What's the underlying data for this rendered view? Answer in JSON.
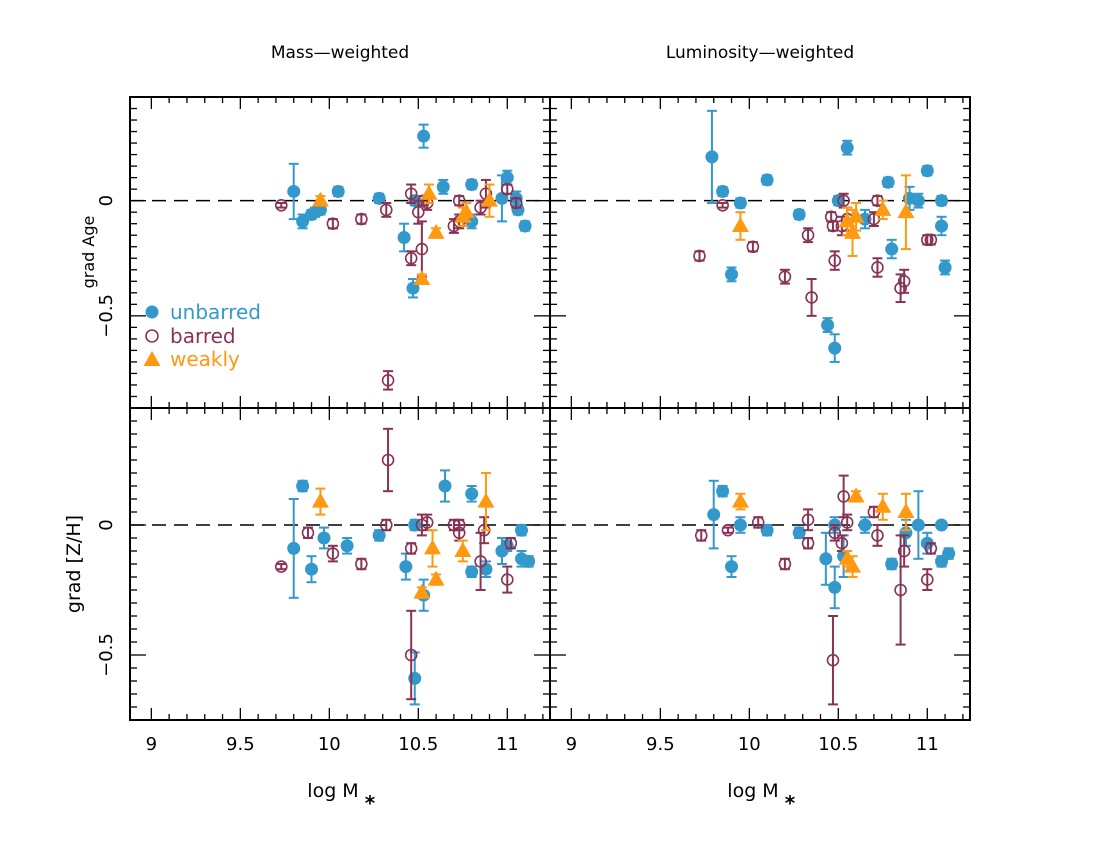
{
  "figure": {
    "column_titles": [
      "Mass—weighted",
      "Luminosity—weighted"
    ],
    "row_labels": [
      "grad Age",
      "grad [Z/H]"
    ],
    "x_label": "log M",
    "x_label_subscript": "*"
  },
  "legend": {
    "items": [
      {
        "label": "unbarred",
        "marker": "filled-circle",
        "color": "#3399cc"
      },
      {
        "label": "barred",
        "marker": "open-circle",
        "color": "#883355"
      },
      {
        "label": "weakly",
        "marker": "filled-triangle",
        "color": "#ff9911"
      }
    ]
  },
  "colors": {
    "unbarred": "#3399cc",
    "barred": "#883355",
    "weakly": "#ff9911",
    "axes": "#000000"
  },
  "chart_data": [
    {
      "type": "scatter",
      "panel": "top-left",
      "title": "Mass—weighted",
      "xlabel": "",
      "ylabel": "grad Age",
      "xlim": [
        8.88,
        11.24
      ],
      "ylim": [
        -0.9,
        0.45
      ],
      "xticks": [
        9,
        9.5,
        10,
        10.5,
        11
      ],
      "xtick_labels": [
        "",
        "",
        "",
        "",
        ""
      ],
      "yticks": [
        0,
        -0.5
      ],
      "ytick_labels": [
        "0",
        "−0.5"
      ],
      "reference_line": 0,
      "series": [
        {
          "name": "unbarred",
          "points": [
            [
              9.8,
              0.04,
              0.12
            ],
            [
              9.85,
              -0.09,
              0.03
            ],
            [
              9.9,
              -0.06,
              0.02
            ],
            [
              9.92,
              -0.05,
              0.02
            ],
            [
              9.95,
              -0.04,
              0.02
            ],
            [
              10.05,
              0.04,
              0.02
            ],
            [
              10.28,
              0.01,
              0.02
            ],
            [
              10.42,
              -0.16,
              0.06
            ],
            [
              10.47,
              -0.38,
              0.04
            ],
            [
              10.48,
              0.0,
              0.02
            ],
            [
              10.53,
              0.28,
              0.05
            ],
            [
              10.64,
              0.06,
              0.03
            ],
            [
              10.8,
              0.07,
              0.02
            ],
            [
              10.8,
              -0.09,
              0.03
            ],
            [
              10.97,
              0.01,
              0.1
            ],
            [
              11.0,
              0.1,
              0.03
            ],
            [
              11.05,
              0.01,
              0.03
            ],
            [
              11.06,
              -0.04,
              0.02
            ],
            [
              11.1,
              -0.11,
              0.02
            ]
          ]
        },
        {
          "name": "barred",
          "points": [
            [
              9.73,
              -0.02,
              0.01
            ],
            [
              10.02,
              -0.1,
              0.02
            ],
            [
              10.18,
              -0.08,
              0.02
            ],
            [
              10.32,
              -0.04,
              0.03
            ],
            [
              10.33,
              -0.78,
              0.04
            ],
            [
              10.46,
              -0.25,
              0.03
            ],
            [
              10.46,
              0.03,
              0.04
            ],
            [
              10.5,
              -0.05,
              0.05
            ],
            [
              10.52,
              -0.21,
              0.12
            ],
            [
              10.53,
              0.0,
              0.02
            ],
            [
              10.55,
              -0.01,
              0.03
            ],
            [
              10.7,
              -0.11,
              0.03
            ],
            [
              10.73,
              0.0,
              0.02
            ],
            [
              10.73,
              -0.09,
              0.03
            ],
            [
              10.85,
              -0.03,
              0.03
            ],
            [
              10.88,
              0.03,
              0.06
            ],
            [
              11.0,
              0.05,
              0.02
            ],
            [
              11.05,
              -0.01,
              0.02
            ]
          ]
        },
        {
          "name": "weakly",
          "points": [
            [
              9.95,
              0.0,
              0.02
            ],
            [
              10.52,
              -0.34,
              0.02
            ],
            [
              10.56,
              0.03,
              0.04
            ],
            [
              10.6,
              -0.14,
              0.02
            ],
            [
              10.75,
              -0.07,
              0.04
            ],
            [
              10.77,
              -0.05,
              0.04
            ],
            [
              10.9,
              0.0,
              0.07
            ]
          ]
        }
      ]
    },
    {
      "type": "scatter",
      "panel": "top-right",
      "title": "Luminosity—weighted",
      "xlabel": "",
      "ylabel": "",
      "xlim": [
        8.88,
        11.24
      ],
      "ylim": [
        -0.9,
        0.45
      ],
      "xticks": [
        9,
        9.5,
        10,
        10.5,
        11
      ],
      "xtick_labels": [
        "",
        "",
        "",
        "",
        ""
      ],
      "yticks": [
        0,
        -0.5
      ],
      "ytick_labels": [
        "",
        ""
      ],
      "reference_line": 0,
      "series": [
        {
          "name": "unbarred",
          "points": [
            [
              9.79,
              0.19,
              0.2
            ],
            [
              9.85,
              0.04,
              0.02
            ],
            [
              9.9,
              -0.32,
              0.03
            ],
            [
              9.95,
              -0.01,
              0.02
            ],
            [
              10.1,
              0.09,
              0.02
            ],
            [
              10.28,
              -0.06,
              0.02
            ],
            [
              10.44,
              -0.54,
              0.03
            ],
            [
              10.48,
              -0.64,
              0.06
            ],
            [
              10.5,
              0.0,
              0.02
            ],
            [
              10.55,
              0.23,
              0.03
            ],
            [
              10.65,
              -0.08,
              0.04
            ],
            [
              10.78,
              0.08,
              0.02
            ],
            [
              10.8,
              -0.21,
              0.04
            ],
            [
              10.9,
              0.01,
              0.05
            ],
            [
              10.95,
              0.0,
              0.03
            ],
            [
              11.0,
              0.13,
              0.02
            ],
            [
              11.08,
              0.0,
              0.02
            ],
            [
              11.08,
              -0.11,
              0.04
            ],
            [
              11.1,
              -0.29,
              0.03
            ]
          ]
        },
        {
          "name": "barred",
          "points": [
            [
              9.72,
              -0.24,
              0.02
            ],
            [
              9.85,
              -0.02,
              0.01
            ],
            [
              10.02,
              -0.2,
              0.02
            ],
            [
              10.2,
              -0.33,
              0.03
            ],
            [
              10.33,
              -0.15,
              0.03
            ],
            [
              10.35,
              -0.42,
              0.08
            ],
            [
              10.46,
              -0.07,
              0.02
            ],
            [
              10.47,
              -0.11,
              0.02
            ],
            [
              10.48,
              -0.26,
              0.04
            ],
            [
              10.52,
              -0.11,
              0.04
            ],
            [
              10.53,
              0.0,
              0.03
            ],
            [
              10.55,
              -0.08,
              0.05
            ],
            [
              10.7,
              -0.08,
              0.03
            ],
            [
              10.72,
              -0.29,
              0.04
            ],
            [
              10.72,
              0.0,
              0.02
            ],
            [
              10.85,
              -0.38,
              0.06
            ],
            [
              10.87,
              -0.35,
              0.05
            ],
            [
              11.0,
              -0.17,
              0.02
            ],
            [
              11.02,
              -0.17,
              0.02
            ]
          ]
        },
        {
          "name": "weakly",
          "points": [
            [
              9.95,
              -0.11,
              0.06
            ],
            [
              10.55,
              -0.09,
              0.06
            ],
            [
              10.58,
              -0.14,
              0.1
            ],
            [
              10.6,
              -0.07,
              0.06
            ],
            [
              10.75,
              -0.04,
              0.04
            ],
            [
              10.88,
              -0.05,
              0.16
            ]
          ]
        }
      ]
    },
    {
      "type": "scatter",
      "panel": "bottom-left",
      "title": "",
      "xlabel": "log M*",
      "ylabel": "grad [Z/H]",
      "xlim": [
        8.88,
        11.24
      ],
      "ylim": [
        -0.75,
        0.45
      ],
      "xticks": [
        9,
        9.5,
        10,
        10.5,
        11
      ],
      "xtick_labels": [
        "9",
        "9.5",
        "10",
        "10.5",
        "11"
      ],
      "yticks": [
        0,
        -0.5
      ],
      "ytick_labels": [
        "0",
        "−0.5"
      ],
      "reference_line": 0,
      "series": [
        {
          "name": "unbarred",
          "points": [
            [
              9.8,
              -0.09,
              0.19
            ],
            [
              9.85,
              0.15,
              0.02
            ],
            [
              9.9,
              -0.17,
              0.05
            ],
            [
              9.97,
              -0.05,
              0.04
            ],
            [
              10.1,
              -0.08,
              0.03
            ],
            [
              10.28,
              -0.04,
              0.02
            ],
            [
              10.43,
              -0.16,
              0.05
            ],
            [
              10.48,
              -0.59,
              0.1
            ],
            [
              10.48,
              0.0,
              0.02
            ],
            [
              10.53,
              -0.27,
              0.06
            ],
            [
              10.65,
              0.15,
              0.06
            ],
            [
              10.8,
              0.12,
              0.03
            ],
            [
              10.8,
              -0.18,
              0.02
            ],
            [
              10.88,
              -0.17,
              0.03
            ],
            [
              10.97,
              -0.1,
              0.05
            ],
            [
              11.0,
              -0.08,
              0.02
            ],
            [
              11.08,
              -0.02,
              0.02
            ],
            [
              11.08,
              -0.13,
              0.03
            ],
            [
              11.12,
              -0.14,
              0.02
            ]
          ]
        },
        {
          "name": "barred",
          "points": [
            [
              9.73,
              -0.16,
              0.01
            ],
            [
              9.88,
              -0.03,
              0.02
            ],
            [
              10.02,
              -0.11,
              0.03
            ],
            [
              10.18,
              -0.15,
              0.02
            ],
            [
              10.32,
              0.0,
              0.02
            ],
            [
              10.33,
              0.25,
              0.12
            ],
            [
              10.46,
              -0.09,
              0.02
            ],
            [
              10.46,
              -0.5,
              0.17
            ],
            [
              10.52,
              0.0,
              0.04
            ],
            [
              10.55,
              0.01,
              0.03
            ],
            [
              10.7,
              0.0,
              0.02
            ],
            [
              10.73,
              -0.03,
              0.03
            ],
            [
              10.73,
              0.0,
              0.02
            ],
            [
              10.85,
              -0.14,
              0.11
            ],
            [
              10.87,
              -0.02,
              0.05
            ],
            [
              11.0,
              -0.21,
              0.05
            ],
            [
              11.02,
              -0.07,
              0.02
            ]
          ]
        },
        {
          "name": "weakly",
          "points": [
            [
              9.95,
              0.09,
              0.05
            ],
            [
              10.52,
              -0.26,
              0.02
            ],
            [
              10.58,
              -0.09,
              0.07
            ],
            [
              10.6,
              -0.21,
              0.02
            ],
            [
              10.75,
              -0.1,
              0.04
            ],
            [
              10.88,
              0.09,
              0.11
            ]
          ]
        }
      ]
    },
    {
      "type": "scatter",
      "panel": "bottom-right",
      "title": "",
      "xlabel": "log M*",
      "ylabel": "",
      "xlim": [
        8.88,
        11.24
      ],
      "ylim": [
        -0.75,
        0.45
      ],
      "xticks": [
        9,
        9.5,
        10,
        10.5,
        11
      ],
      "xtick_labels": [
        "9",
        "9.5",
        "10",
        "10.5",
        "11"
      ],
      "yticks": [
        0,
        -0.5
      ],
      "ytick_labels": [
        "",
        ""
      ],
      "reference_line": 0,
      "series": [
        {
          "name": "unbarred",
          "points": [
            [
              9.8,
              0.04,
              0.13
            ],
            [
              9.85,
              0.13,
              0.02
            ],
            [
              9.9,
              -0.16,
              0.04
            ],
            [
              9.95,
              0.0,
              0.03
            ],
            [
              10.1,
              -0.02,
              0.02
            ],
            [
              10.28,
              -0.03,
              0.02
            ],
            [
              10.43,
              -0.13,
              0.1
            ],
            [
              10.48,
              -0.24,
              0.08
            ],
            [
              10.48,
              0.0,
              0.03
            ],
            [
              10.53,
              -0.12,
              0.08
            ],
            [
              10.65,
              0.0,
              0.03
            ],
            [
              10.8,
              -0.15,
              0.02
            ],
            [
              10.88,
              -0.03,
              0.05
            ],
            [
              10.95,
              0.0,
              0.13
            ],
            [
              11.0,
              -0.07,
              0.04
            ],
            [
              11.08,
              -0.14,
              0.02
            ],
            [
              11.08,
              0.0,
              0.01
            ],
            [
              11.12,
              -0.11,
              0.02
            ]
          ]
        },
        {
          "name": "barred",
          "points": [
            [
              9.73,
              -0.04,
              0.02
            ],
            [
              9.88,
              -0.02,
              0.01
            ],
            [
              10.05,
              0.01,
              0.02
            ],
            [
              10.2,
              -0.15,
              0.02
            ],
            [
              10.33,
              0.02,
              0.04
            ],
            [
              10.33,
              -0.07,
              0.02
            ],
            [
              10.47,
              -0.52,
              0.17
            ],
            [
              10.48,
              -0.03,
              0.03
            ],
            [
              10.52,
              -0.07,
              0.03
            ],
            [
              10.53,
              0.11,
              0.08
            ],
            [
              10.55,
              0.01,
              0.03
            ],
            [
              10.7,
              0.05,
              0.02
            ],
            [
              10.72,
              -0.04,
              0.04
            ],
            [
              10.85,
              -0.25,
              0.21
            ],
            [
              10.87,
              -0.1,
              0.06
            ],
            [
              11.0,
              -0.21,
              0.04
            ],
            [
              11.02,
              -0.09,
              0.02
            ]
          ]
        },
        {
          "name": "weakly",
          "points": [
            [
              9.95,
              0.09,
              0.03
            ],
            [
              10.55,
              -0.13,
              0.03
            ],
            [
              10.58,
              -0.16,
              0.04
            ],
            [
              10.6,
              0.11,
              0.02
            ],
            [
              10.75,
              0.07,
              0.05
            ],
            [
              10.88,
              0.05,
              0.07
            ]
          ]
        }
      ]
    }
  ]
}
